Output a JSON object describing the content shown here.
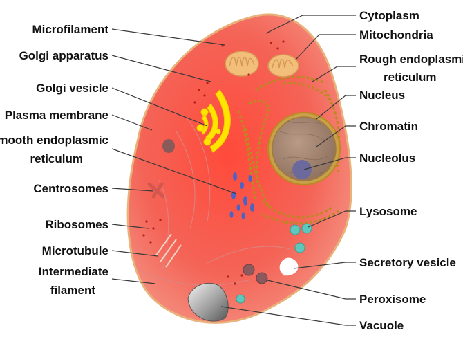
{
  "labels_left": {
    "microfilament": "Microfilament",
    "golgi_apparatus": "Golgi apparatus",
    "golgi_vesicle": "Golgi vesicle",
    "plasma_membrane": "Plasma membrane",
    "smooth_er_line1": "smooth endoplasmic",
    "smooth_er_line2": "reticulum",
    "centrosomes": "Centrosomes",
    "ribosomes": "Ribosomes",
    "microtubule": "Microtubule",
    "intermediate_filament_line1": "Intermediate",
    "intermediate_filament_line2": "filament"
  },
  "labels_right": {
    "cytoplasm": "Cytoplasm",
    "mitochondria": "Mitochondria",
    "rough_er_line1": "Rough endoplasmic",
    "rough_er_line2": "reticulum",
    "nucleus": "Nucleus",
    "chromatin": "Chromatin",
    "nucleolus": "Nucleolus",
    "lysosome": "Lysosome",
    "secretory_vesicle": "Secretory vesicle",
    "peroxisome": "Peroxisome",
    "vacuole": "Vacuole"
  },
  "colors": {
    "cytoplasm": "#f26a5e",
    "membrane": "#e8b27a",
    "golgi": "#ffe400",
    "rough_er": "#b98a1e",
    "nucleus": "#a7856a",
    "nucleolus": "#6c6a9c",
    "smooth_er": "#4b63c6",
    "lysosome": "#5ec8bd",
    "mitochondria": "#f2be7a"
  }
}
